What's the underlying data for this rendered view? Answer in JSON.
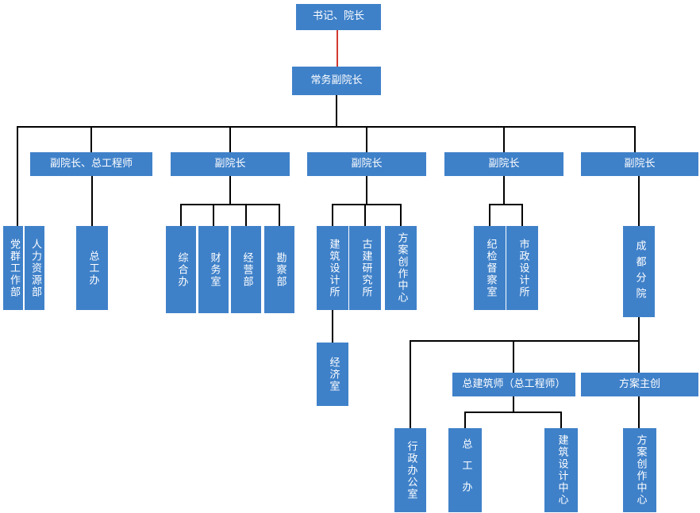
{
  "colors": {
    "node-fill": "#3F81C9",
    "node-text": "#FFFFFF",
    "connector": "#000000",
    "special-connector": "#D2392E"
  },
  "nodes": {
    "secretary_president": {
      "label": "书记、院长"
    },
    "executive_vice_president": {
      "label": "常务副院长"
    },
    "party_masses_dept": {
      "label": "党群工作部"
    },
    "hr_dept": {
      "label": "人力资源部"
    },
    "vp_chief_engineer": {
      "label": "副院长、总工程师"
    },
    "chief_engineer_office": {
      "label": "总工办"
    },
    "vp1": {
      "label": "副院长"
    },
    "general_office": {
      "label": "综合办"
    },
    "finance_office": {
      "label": "财务室"
    },
    "operations_dept": {
      "label": "经营部"
    },
    "survey_dept": {
      "label": "勘察部"
    },
    "vp2": {
      "label": "副院长"
    },
    "architectural_design_institute": {
      "label": "建筑设计所"
    },
    "ancient_architecture_institute": {
      "label": "古建研究所"
    },
    "scheme_creation_center_mid": {
      "label": "方案创作中心"
    },
    "economy_office": {
      "label": "经济室"
    },
    "vp3": {
      "label": "副院长"
    },
    "discipline_inspection_office": {
      "label": "纪检督察室"
    },
    "municipal_design_institute": {
      "label": "市政设计所"
    },
    "vp4": {
      "label": "副院长"
    },
    "chengdu_branch": {
      "label": "成都分院"
    },
    "admin_office": {
      "label": "行政办公室"
    },
    "chief_architect": {
      "label": "总建筑师（总工程师）"
    },
    "scheme_lead": {
      "label": "方案主创"
    },
    "chief_engineer_office_branch": {
      "label": "总工办"
    },
    "architectural_design_center": {
      "label": "建筑设计中心"
    },
    "scheme_creation_center_branch": {
      "label": "方案创作中心"
    }
  }
}
